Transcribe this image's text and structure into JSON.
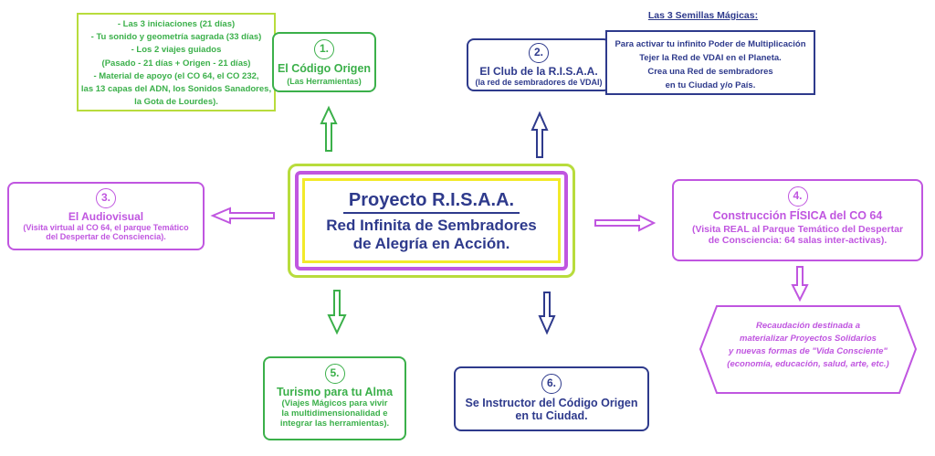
{
  "colors": {
    "green": "#3bb04a",
    "blue": "#2e3a8c",
    "purple": "#c056e0",
    "lime": "#b8dc3c",
    "yellow": "#f2ea2a"
  },
  "center": {
    "title": "Proyecto R.I.S.A.A.",
    "subtitle_1": "Red Infinita de Sembradores",
    "subtitle_2": "de Alegría en Acción."
  },
  "tools_list": [
    "- Las 3 iniciaciones (21 días)",
    "- Tu sonido y geometría sagrada (33 días)",
    "- Los 2 viajes guiados",
    "(Pasado - 21 días + Origen - 21 días)",
    "- Material de apoyo (el CO 64, el CO 232,",
    "las 13 capas del ADN, los Sonidos Sanadores,",
    "la Gota de Lourdes)."
  ],
  "nodes": {
    "n1": {
      "num": "1.",
      "title": "El Código Origen",
      "sub": "(Las Herramientas)"
    },
    "n2": {
      "num": "2.",
      "title": "El Club de la R.I.S.A.A.",
      "sub": "(la red de sembradores de VDAI)"
    },
    "n3": {
      "num": "3.",
      "title": "El Audiovisual",
      "sub_1": "(Visita virtual al CO 64, el parque Temático",
      "sub_2": "del Despertar de Consciencia)."
    },
    "n4": {
      "num": "4.",
      "title": "Construcción FÍSICA del CO 64",
      "sub_1": "(Visita REAL al Parque Temático del Despertar",
      "sub_2": "de Consciencia: 64 salas inter-activas)."
    },
    "n5": {
      "num": "5.",
      "title": "Turismo para tu Alma",
      "sub_1": "(Viajes Mágicos para vivir",
      "sub_2": "la multidimensionalidad e",
      "sub_3": "integrar las herramientas)."
    },
    "n6": {
      "num": "6.",
      "title_1": "Se Instructor del Código Origen",
      "title_2": "en tu Ciudad."
    }
  },
  "seeds": {
    "heading": "Las 3 Semillas Mágicas:",
    "lines": [
      "Para activar tu infinito Poder de Multiplicación",
      "Tejer la Red de VDAI en el Planeta.",
      "Crea una Red  de sembradores",
      "en tu Ciudad y/o País."
    ]
  },
  "fund": {
    "lines": [
      "Recaudación destinada a",
      "materializar Proyectos Solidarios",
      "y nuevas formas de \"Vida Consciente\"",
      "(economía, educación, salud, arte, etc.)"
    ]
  }
}
